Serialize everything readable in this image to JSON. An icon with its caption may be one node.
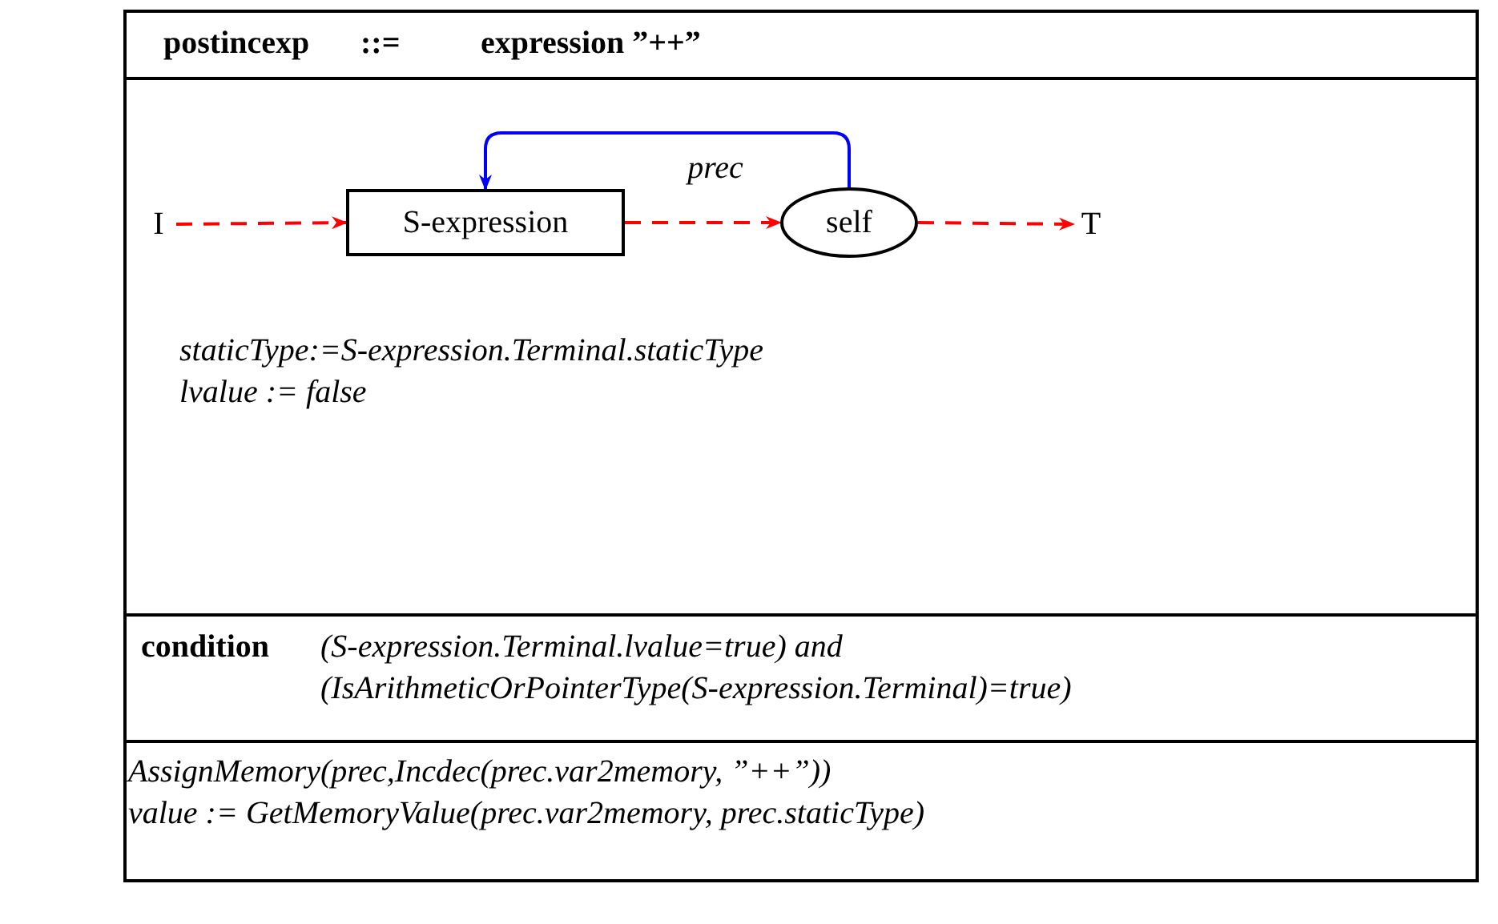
{
  "diagram": {
    "nodes": [
      {
        "text": [
          "I"
        ]
      },
      {
        "text": [
          "S-expression"
        ]
      },
      {
        "text": [
          "self"
        ]
      },
      {
        "text": [
          "T"
        ]
      }
    ],
    "edges": [
      {
        "from": 0,
        "to": 1,
        "arrow": "to",
        "style": "dashed"
      },
      {
        "from": 1,
        "to": 2,
        "arrow": "to",
        "style": "dashed"
      },
      {
        "from": 2,
        "to": 3,
        "arrow": "to",
        "style": "dashed"
      },
      {
        "from": 2,
        "to": 1,
        "arrow": "to",
        "label": "prec",
        "color": "#0000ff"
      }
    ],
    "labels": [
      "postincexp",
      "::=",
      "expression ”++”",
      "staticType:=S-expression.Terminal.staticType",
      "lvalue := false",
      "condition",
      "(S-expression.Terminal.lvalue=true) and (IsArithmeticOrPointerType(S-expression.Terminal)=true)",
      "AssignMemory(prec,Incdec(prec.var2memory, ”++”))",
      "value := GetMemoryValue(prec.var2memory, prec.staticType)"
    ]
  }
}
